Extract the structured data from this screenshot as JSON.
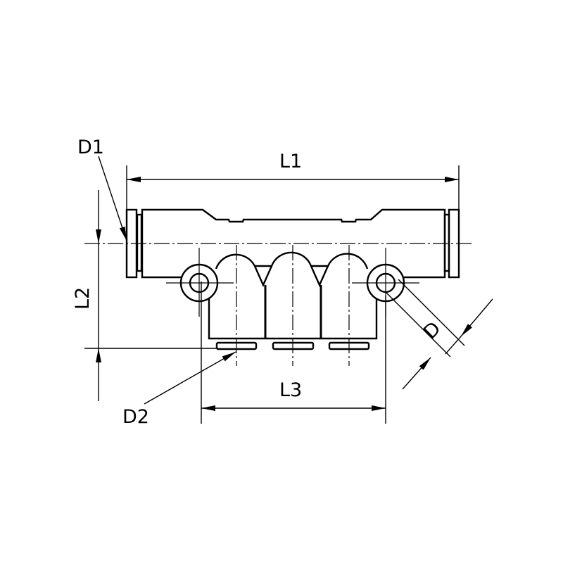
{
  "labels": {
    "d1": "D1",
    "l1": "L1",
    "l2": "L2",
    "l3": "L3",
    "d2": "D2",
    "d": "D"
  },
  "colors": {
    "line": "#000000",
    "background": "#ffffff"
  }
}
